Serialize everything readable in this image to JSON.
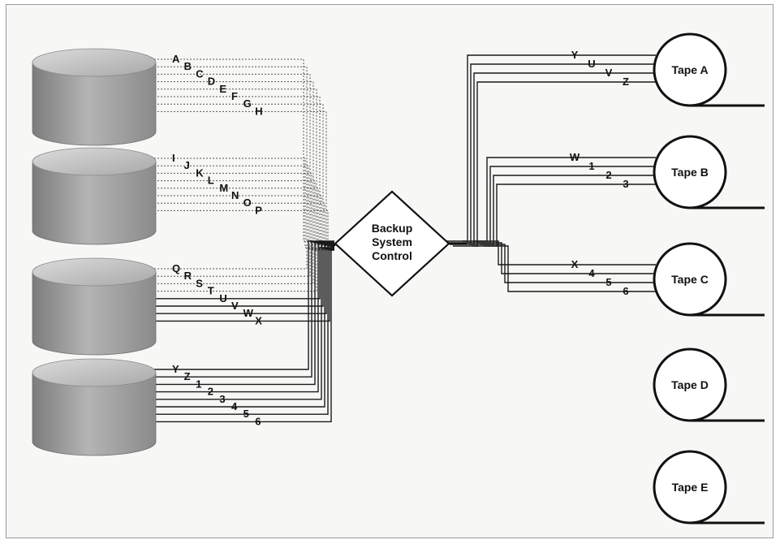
{
  "control": {
    "lines": [
      "Backup",
      "System",
      "Control"
    ]
  },
  "disks": [
    {
      "id": "disk-1",
      "channels": [
        {
          "label": "A",
          "solid": false
        },
        {
          "label": "B",
          "solid": false
        },
        {
          "label": "C",
          "solid": false
        },
        {
          "label": "D",
          "solid": false
        },
        {
          "label": "E",
          "solid": false
        },
        {
          "label": "F",
          "solid": false
        },
        {
          "label": "G",
          "solid": false
        },
        {
          "label": "H",
          "solid": false
        }
      ]
    },
    {
      "id": "disk-2",
      "channels": [
        {
          "label": "I",
          "solid": false
        },
        {
          "label": "J",
          "solid": false
        },
        {
          "label": "K",
          "solid": false
        },
        {
          "label": "L",
          "solid": false
        },
        {
          "label": "M",
          "solid": false
        },
        {
          "label": "N",
          "solid": false
        },
        {
          "label": "O",
          "solid": false
        },
        {
          "label": "P",
          "solid": false
        }
      ]
    },
    {
      "id": "disk-3",
      "channels": [
        {
          "label": "Q",
          "solid": false
        },
        {
          "label": "R",
          "solid": false
        },
        {
          "label": "S",
          "solid": false
        },
        {
          "label": "T",
          "solid": false
        },
        {
          "label": "U",
          "solid": true
        },
        {
          "label": "V",
          "solid": true
        },
        {
          "label": "W",
          "solid": true
        },
        {
          "label": "X",
          "solid": true
        }
      ]
    },
    {
      "id": "disk-4",
      "channels": [
        {
          "label": "Y",
          "solid": true
        },
        {
          "label": "Z",
          "solid": true
        },
        {
          "label": "1",
          "solid": true
        },
        {
          "label": "2",
          "solid": true
        },
        {
          "label": "3",
          "solid": true
        },
        {
          "label": "4",
          "solid": true
        },
        {
          "label": "5",
          "solid": true
        },
        {
          "label": "6",
          "solid": true
        }
      ]
    }
  ],
  "tapes": [
    {
      "name": "Tape A",
      "channels": [
        "Y",
        "U",
        "V",
        "Z"
      ]
    },
    {
      "name": "Tape B",
      "channels": [
        "W",
        "1",
        "2",
        "3"
      ]
    },
    {
      "name": "Tape C",
      "channels": [
        "X",
        "4",
        "5",
        "6"
      ]
    },
    {
      "name": "Tape D",
      "channels": []
    },
    {
      "name": "Tape E",
      "channels": []
    }
  ]
}
